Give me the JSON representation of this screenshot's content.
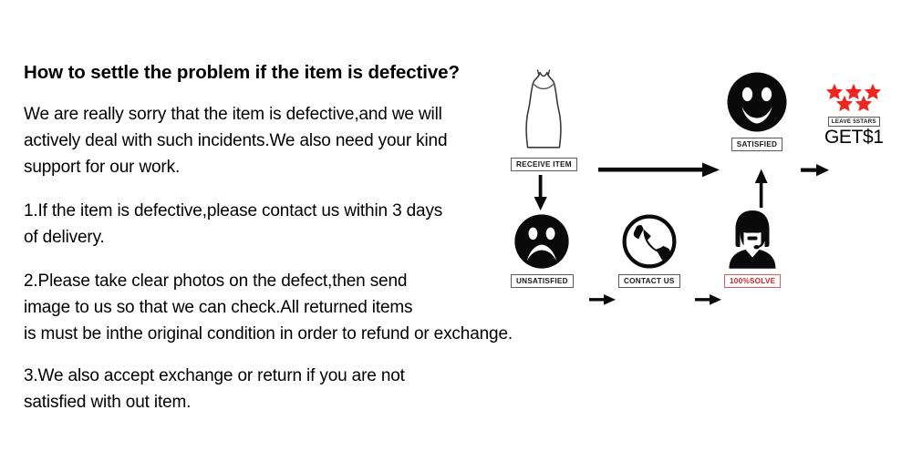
{
  "page": {
    "background": "#ffffff",
    "heading": "How to settle the problem if the item is defective?"
  },
  "body_text": {
    "intro": {
      "line1": "We are really sorry that the item is defective,and we will",
      "line2": "actively deal with such incidents.We also need your kind",
      "line3": "support for our work."
    },
    "item1": {
      "line1": "1.If the item is defective,please contact us within 3 days",
      "line2": "of delivery."
    },
    "item2": {
      "line1": "2.Please take clear photos on the defect,then send",
      "line2": "image to us so that we can check.All returned items",
      "line3": "is must be inthe original condition in order to refund or exchange."
    },
    "item3": {
      "line1": "3.We also accept exchange or return if you are not",
      "line2": "satisfied with out item."
    }
  },
  "diagram": {
    "colors": {
      "ink": "#000000",
      "star_red": "#ee2622",
      "solve_red": "#d81f20",
      "tag_border": "#5a5a5a"
    },
    "nodes": [
      {
        "id": "receive",
        "icon": "dress-icon",
        "label": "RECEIVE ITEM"
      },
      {
        "id": "satisfied",
        "icon": "smiley-happy-icon",
        "label": "SATISFIED"
      },
      {
        "id": "stars",
        "icon": "five-stars-icon",
        "label": "LEAVE 5STARS",
        "sublabel": "GET$1",
        "star_count": 5
      },
      {
        "id": "unsatisfied",
        "icon": "smiley-sad-icon",
        "label": "UNSATISFIED"
      },
      {
        "id": "contact",
        "icon": "phone-handset-icon",
        "label": "CONTACT US"
      },
      {
        "id": "solve",
        "icon": "support-agent-icon",
        "label": "100%SOLVE"
      }
    ],
    "arrows": [
      {
        "id": "receive-to-satisfied",
        "direction": "right"
      },
      {
        "id": "receive-to-unsatisfied",
        "direction": "down"
      },
      {
        "id": "satisfied-to-stars",
        "direction": "right"
      },
      {
        "id": "unsatisfied-to-contact",
        "direction": "right"
      },
      {
        "id": "contact-to-solve",
        "direction": "right"
      },
      {
        "id": "solve-to-satisfied",
        "direction": "up"
      }
    ]
  }
}
